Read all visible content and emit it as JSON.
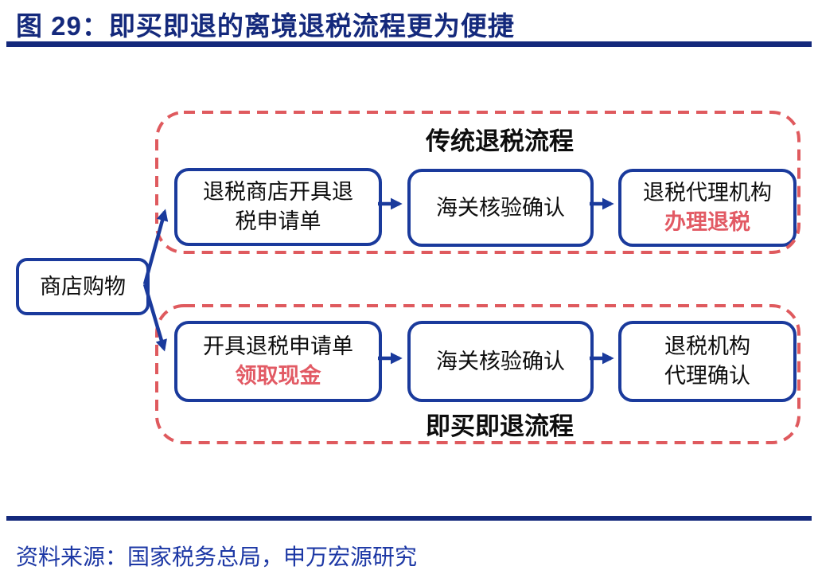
{
  "figure": {
    "title": "图 29：即买即退的离境退税流程更为便捷",
    "source": "资料来源：国家税务总局，申万宏源研究"
  },
  "colors": {
    "title_navy": "#14297c",
    "box_border_blue": "#1a3a9c",
    "arrow_blue": "#1a3a9c",
    "dashed_border_red": "#df5a5e",
    "accent_text_red": "#e25a64",
    "body_text_black": "#0d0d0d",
    "source_text_blue": "#1d38a5"
  },
  "diagram": {
    "start": {
      "lines": [
        {
          "text": "商店购物",
          "color": "#0d0d0d",
          "weight": "normal"
        }
      ]
    },
    "traditional": {
      "label": "传统退税流程",
      "nodes": [
        {
          "lines": [
            {
              "text": "退税商店开具退",
              "color": "#0d0d0d",
              "weight": "normal"
            },
            {
              "text": "税申请单",
              "color": "#0d0d0d",
              "weight": "normal"
            }
          ]
        },
        {
          "lines": [
            {
              "text": "海关核验确认",
              "color": "#0d0d0d",
              "weight": "normal"
            }
          ]
        },
        {
          "lines": [
            {
              "text": "退税代理机构",
              "color": "#0d0d0d",
              "weight": "normal"
            },
            {
              "text": "办理退税",
              "color": "#e25a64",
              "weight": "bold"
            }
          ]
        }
      ]
    },
    "instant": {
      "label": "即买即退流程",
      "nodes": [
        {
          "lines": [
            {
              "text": "开具退税申请单",
              "color": "#0d0d0d",
              "weight": "normal"
            },
            {
              "text": "领取现金",
              "color": "#e25a64",
              "weight": "bold"
            }
          ]
        },
        {
          "lines": [
            {
              "text": "海关核验确认",
              "color": "#0d0d0d",
              "weight": "normal"
            }
          ]
        },
        {
          "lines": [
            {
              "text": "退税机构",
              "color": "#0d0d0d",
              "weight": "normal"
            },
            {
              "text": "代理确认",
              "color": "#0d0d0d",
              "weight": "normal"
            }
          ]
        }
      ]
    }
  }
}
